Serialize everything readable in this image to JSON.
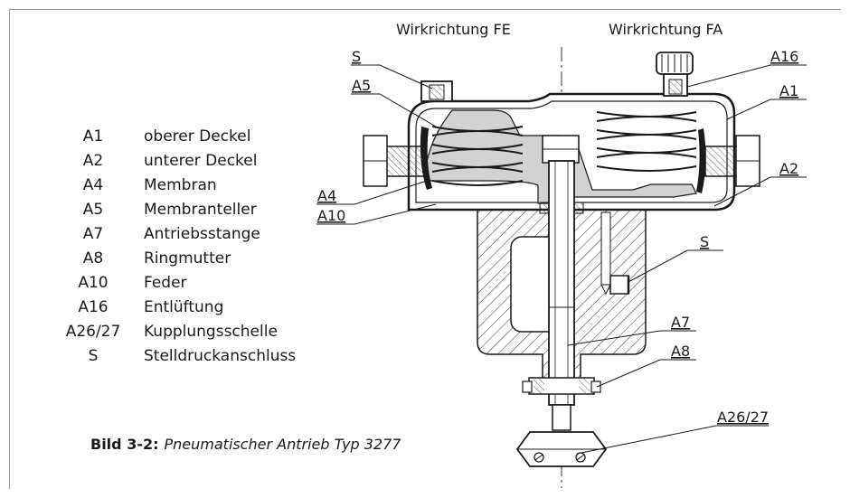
{
  "figure": {
    "label": "Bild 3-2:",
    "title": "Pneumatischer Antrieb Typ 3277"
  },
  "directions": {
    "left": "Wirkrichtung FE",
    "right": "Wirkrichtung FA"
  },
  "legend": [
    {
      "code": "A1",
      "description": "oberer Deckel"
    },
    {
      "code": "A2",
      "description": "unterer Deckel"
    },
    {
      "code": "A4",
      "description": "Membran"
    },
    {
      "code": "A5",
      "description": "Membranteller"
    },
    {
      "code": "A7",
      "description": "Antriebsstange"
    },
    {
      "code": "A8",
      "description": "Ringmutter"
    },
    {
      "code": "A10",
      "description": "Feder"
    },
    {
      "code": "A16",
      "description": "Entlüftung"
    },
    {
      "code": "A26/27",
      "description": "Kupplungsschelle"
    },
    {
      "code": "S",
      "description": "Stelldruckanschluss"
    }
  ],
  "callouts": {
    "s_top": "S",
    "a5": "A5",
    "a4": "A4",
    "a10": "A10",
    "a16": "A16",
    "a1": "A1",
    "a2": "A2",
    "s_side": "S",
    "a7": "A7",
    "a8": "A8",
    "a26_27": "A26/27"
  }
}
